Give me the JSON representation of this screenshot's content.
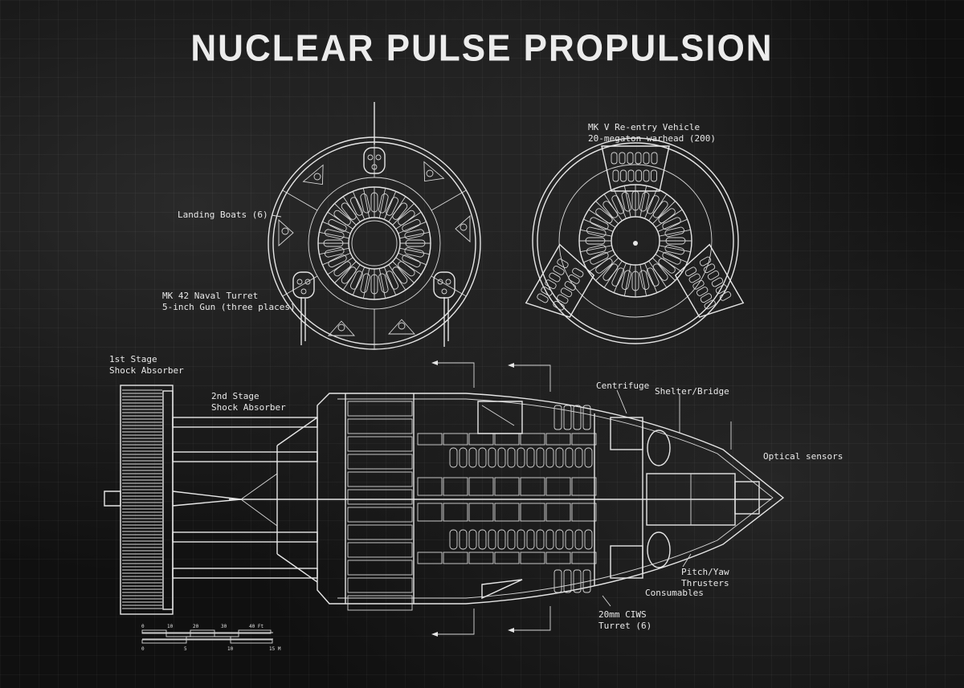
{
  "title": "NUCLEAR PULSE PROPULSION",
  "labels": {
    "landing_boats": "Landing Boats (6)",
    "naval_turret_line1": "MK 42 Naval Turret",
    "naval_turret_line2": "5-inch Gun (three places)",
    "reentry_line1": "MK V Re-entry Vehicle",
    "reentry_line2": "20-megaton warhead (200)",
    "stage1_line1": "1st Stage",
    "stage1_line2": "Shock Absorber",
    "stage2_line1": "2nd Stage",
    "stage2_line2": "Shock Absorber",
    "centrifuge": "Centrifuge",
    "shelter": "Shelter/Bridge",
    "optical": "Optical sensors",
    "pitch_line1": "Pitch/Yaw",
    "pitch_line2": "Thrusters",
    "consumables": "Consumables",
    "ciws_line1": "20mm CIWS",
    "ciws_line2": "Turret (6)"
  },
  "scale_bar": {
    "top_ticks": [
      "0",
      "10",
      "20",
      "30",
      "40 Ft"
    ],
    "bottom_ticks": [
      "0",
      "5",
      "10",
      "15 M"
    ]
  },
  "colors": {
    "line": "#e6e6e6",
    "background": "#101010"
  }
}
